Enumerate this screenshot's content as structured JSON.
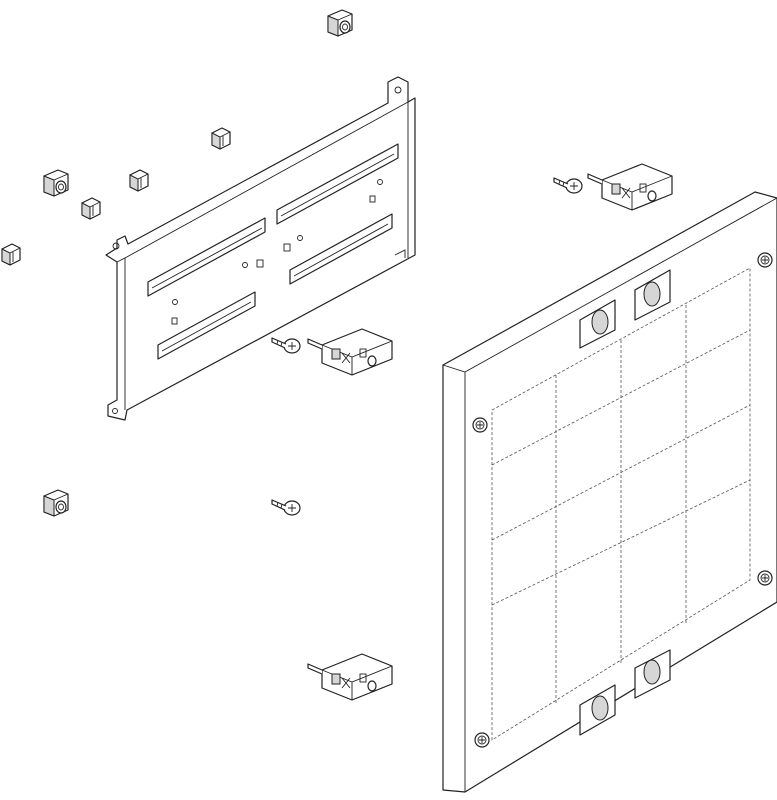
{
  "title": "",
  "colors": {
    "line": "#222222",
    "background": "#ffffff",
    "shade": "#d6d6d6"
  },
  "parts": {
    "mounting_plate": 1,
    "cover_panel": 1,
    "cage_nuts": 7,
    "screws": 3,
    "hinge_connectors": 3
  }
}
